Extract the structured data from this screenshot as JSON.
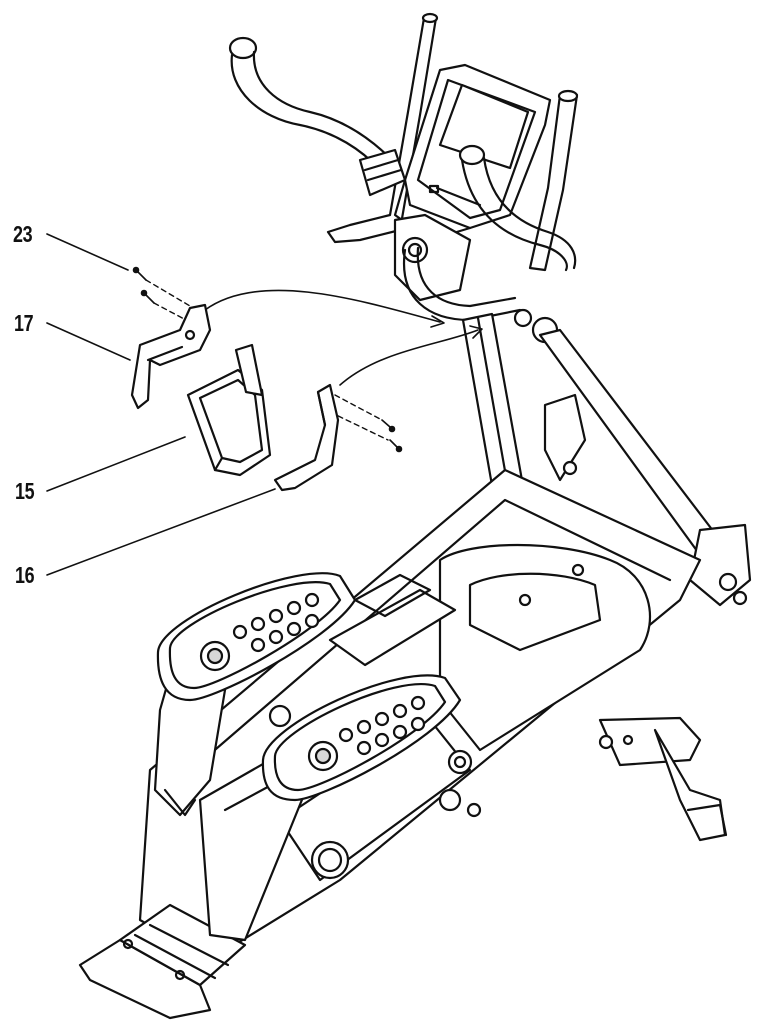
{
  "diagram": {
    "callouts": [
      {
        "number": "23",
        "part": "screws"
      },
      {
        "number": "17",
        "part": "left-bracket"
      },
      {
        "number": "15",
        "part": "holder"
      },
      {
        "number": "16",
        "part": "right-bracket"
      }
    ],
    "colors": {
      "line": "#111111",
      "fill": "#ffffff",
      "shade": "#d8d8d8"
    }
  }
}
